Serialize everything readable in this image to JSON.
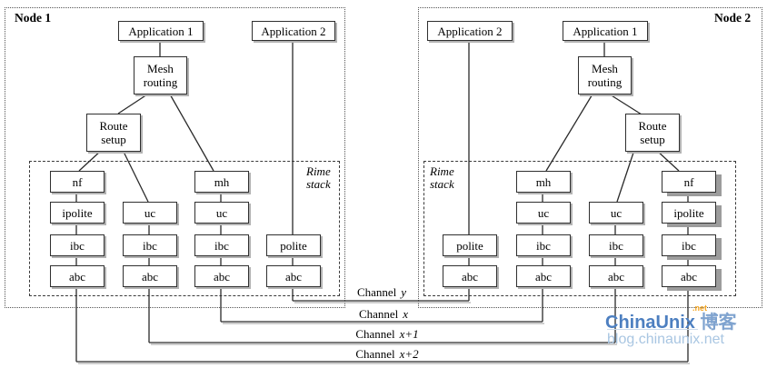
{
  "nodes": [
    {
      "title": "Node 1",
      "apps": [
        "Application 1",
        "Application 2"
      ],
      "mesh_label": "Mesh routing",
      "route_label": "Route setup",
      "rime_label_line1": "Rime",
      "rime_label_line2": "stack",
      "stacks": [
        [
          "nf",
          "ipolite",
          "ibc",
          "abc"
        ],
        [
          "uc",
          "ibc",
          "abc"
        ],
        [
          "mh",
          "uc",
          "ibc",
          "abc"
        ],
        [
          "polite",
          "abc"
        ]
      ]
    },
    {
      "title": "Node 2",
      "apps": [
        "Application 2",
        "Application 1"
      ],
      "mesh_label": "Mesh routing",
      "route_label": "Route setup",
      "rime_label_line1": "Rime",
      "rime_label_line2": "stack",
      "stacks": [
        [
          "polite",
          "abc"
        ],
        [
          "mh",
          "uc",
          "ibc",
          "abc"
        ],
        [
          "uc",
          "ibc",
          "abc"
        ],
        [
          "nf",
          "ipolite",
          "ibc",
          "abc"
        ]
      ]
    }
  ],
  "channels": [
    {
      "name": "Channel",
      "variable": "y"
    },
    {
      "name": "Channel",
      "variable": "x"
    },
    {
      "name": "Channel",
      "variable": "x+1"
    },
    {
      "name": "Channel",
      "variable": "x+2"
    }
  ],
  "watermark": {
    "brand": "ChinaUnix",
    "brand_superscript": ".net",
    "brand_suffix": "博客",
    "url": "blog.chinaunix.net",
    "brand_color": "#4d7fc0",
    "suffix_color": "#7fa3cf",
    "superscript_color": "#f5a623",
    "url_color": "#a9c6e2",
    "line_color": "#2a2a2a"
  }
}
